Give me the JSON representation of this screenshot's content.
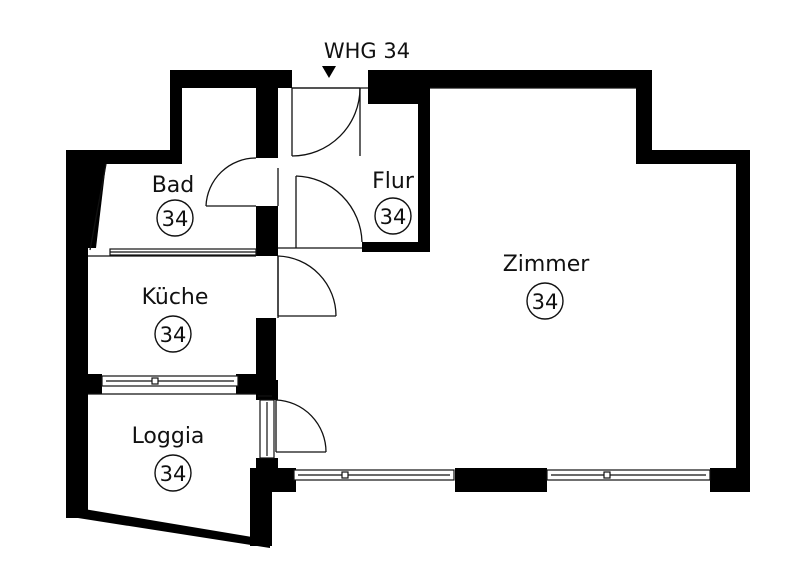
{
  "plan": {
    "unit_label": "WHG 34",
    "rooms": [
      {
        "name": "Bad",
        "number": "34"
      },
      {
        "name": "Flur",
        "number": "34"
      },
      {
        "name": "Küche",
        "number": "34"
      },
      {
        "name": "Loggia",
        "number": "34"
      },
      {
        "name": "Zimmer",
        "number": "34"
      }
    ]
  },
  "colors": {
    "wall": "#000000",
    "line": "#111111",
    "background": "#ffffff"
  }
}
